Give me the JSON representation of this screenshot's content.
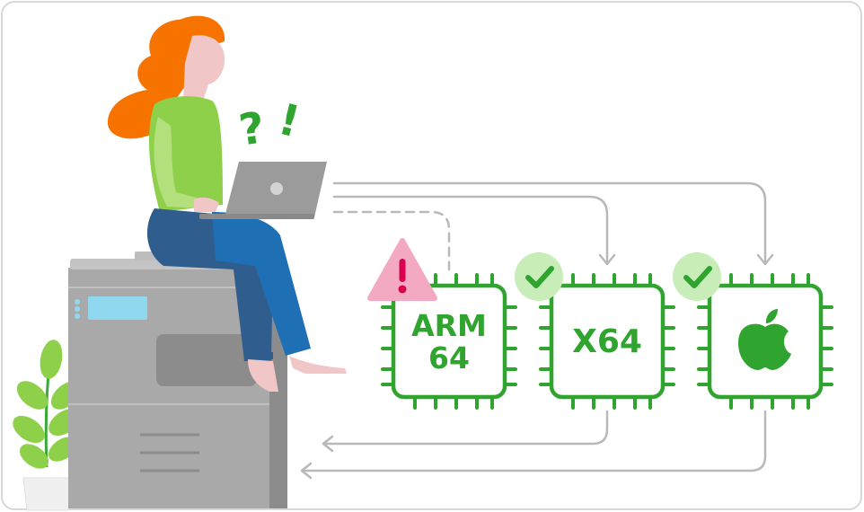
{
  "thought": {
    "question_mark": "?",
    "exclamation_mark": "!"
  },
  "chips": [
    {
      "id": "arm64",
      "lines": [
        "ARM",
        "64"
      ],
      "status": "warning",
      "status_icon": "exclamation-warning-icon"
    },
    {
      "id": "x64",
      "lines": [
        "X64"
      ],
      "status": "supported",
      "status_icon": "checkmark-icon"
    },
    {
      "id": "apple",
      "lines": [],
      "logo_icon": "apple-logo-icon",
      "status": "supported",
      "status_icon": "checkmark-icon"
    }
  ],
  "colors": {
    "chip_green": "#2fa52f",
    "check_badge": "#c9edb8",
    "warning_badge": "#f2a9c1",
    "warning_mark": "#d8004f",
    "connector_gray": "#b9b9b9",
    "hair": "#f77300",
    "sweater": "#8fd04b",
    "jeans": "#1f6fb4",
    "laptop": "#9b9b9b",
    "printer": "#a9a9a9"
  }
}
